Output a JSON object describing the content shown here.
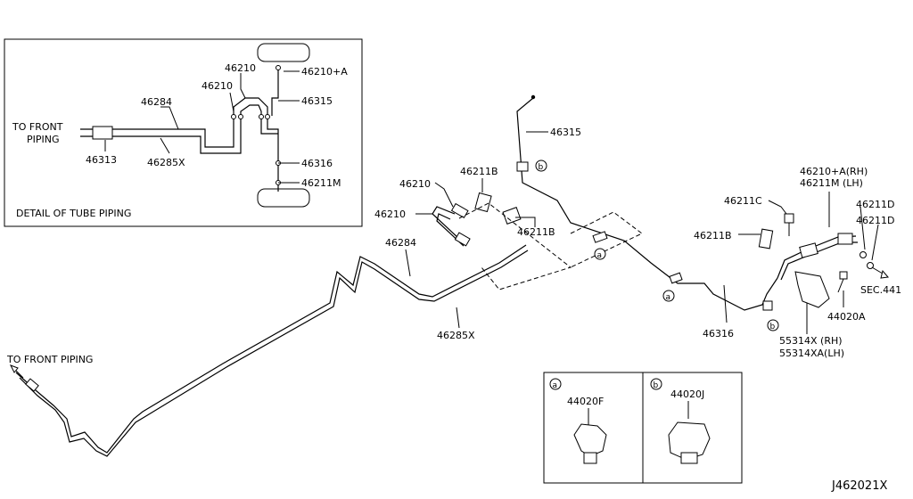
{
  "diagram_id": "J462021X",
  "detail": {
    "title": "DETAIL OF TUBE PIPING",
    "to_front_line1": "TO FRONT",
    "to_front_line2": "PIPING",
    "labels": {
      "p46284": "46284",
      "p46313": "46313",
      "p46285x": "46285X",
      "p46210_a": "46210",
      "p46210_b": "46210",
      "p46210a": "46210+A",
      "p46315": "46315",
      "p46316": "46316",
      "p46211m": "46211M"
    }
  },
  "main": {
    "to_front": "TO FRONT PIPING",
    "labels": {
      "p46315": "46315",
      "p46211b_top": "46211B",
      "p46210_top": "46210",
      "p46210_bot": "46210",
      "p46211b_mid": "46211B",
      "p46284": "46284",
      "p46285x": "46285X",
      "p46211c": "46211C",
      "p46211b_right": "46211B",
      "p46210a_rh": "46210+A(RH)",
      "p46211m_lh": "46211M  (LH)",
      "p46211d_1": "46211D",
      "p46211d_2": "46211D",
      "sec441": "SEC.441",
      "p44020a": "44020A",
      "p55314x": "55314X  (RH)",
      "p55314xa": "55314XA(LH)",
      "p46316": "46316"
    },
    "callouts": {
      "a": "a",
      "b": "b"
    }
  },
  "insets": [
    {
      "letter": "a",
      "part": "44020F"
    },
    {
      "letter": "b",
      "part": "44020J"
    }
  ]
}
